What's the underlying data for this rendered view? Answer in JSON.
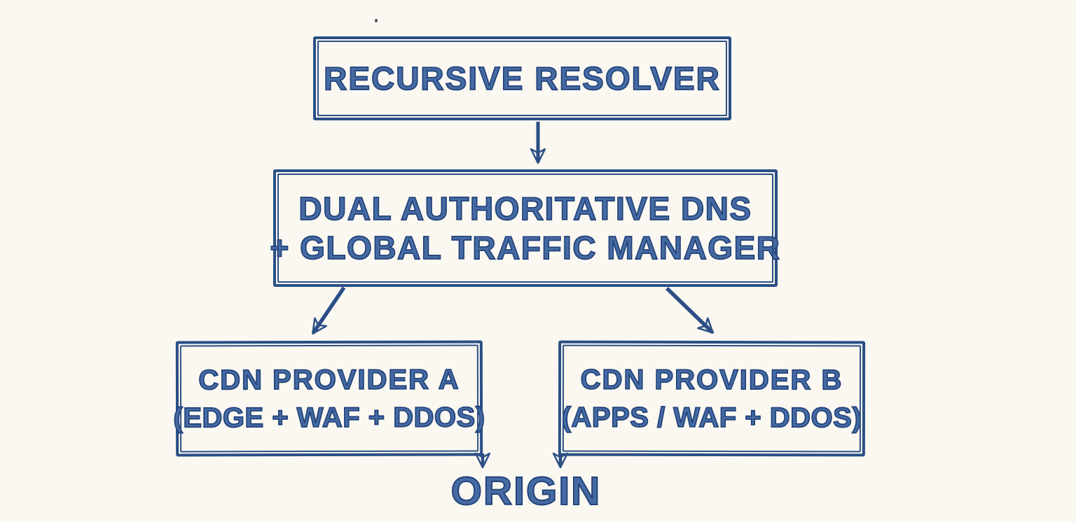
{
  "colors": {
    "background": "#faf8f1",
    "ink": "#2b4f85",
    "ink_dark": "#21417a",
    "ink_fill": "#466ba3"
  },
  "diagram": {
    "type": "flowchart",
    "style": "hand-drawn blue ink on cream paper, double-stroked boxes",
    "nodes": {
      "resolver": {
        "line1": "RECURSIVE RESOLVER"
      },
      "dns_gtm": {
        "line1": "DUAL AUTHORITATIVE DNS",
        "line2": "+ GLOBAL TRAFFIC MANAGER"
      },
      "cdn_a": {
        "line1": "CDN PROVIDER A",
        "line2": "(EDGE + WAF + DDOS)"
      },
      "cdn_b": {
        "line1": "CDN PROVIDER B",
        "line2": "(APPS / WAF + DDOS)"
      },
      "origin": {
        "label": "ORIGIN"
      }
    },
    "edges": [
      {
        "from": "recursive-resolver",
        "to": "dual-authoritative-dns-gtm",
        "direction": "down"
      },
      {
        "from": "dual-authoritative-dns-gtm",
        "to": "cdn-provider-a",
        "direction": "down-left"
      },
      {
        "from": "dual-authoritative-dns-gtm",
        "to": "cdn-provider-b",
        "direction": "down-right"
      },
      {
        "from": "cdn-provider-a",
        "to": "origin",
        "direction": "down"
      },
      {
        "from": "cdn-provider-b",
        "to": "origin",
        "direction": "down"
      }
    ]
  }
}
